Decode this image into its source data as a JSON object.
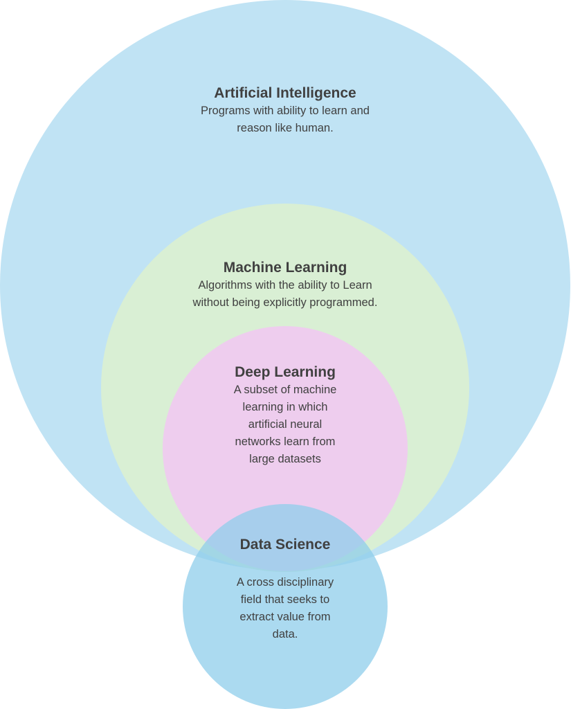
{
  "colors": {
    "ai_fill": "#c0e3f4",
    "ml_fill": "#d9efd4",
    "dl_fill": "#eecdee",
    "ds_fill": "#8fcdeb",
    "text": "#404040"
  },
  "circles": {
    "artificial_intelligence": {
      "title": "Artificial Intelligence",
      "description_lines": [
        "Programs with ability to learn and",
        "reason like human."
      ]
    },
    "machine_learning": {
      "title": "Machine Learning",
      "description_lines": [
        "Algorithms with the ability to Learn",
        "without being explicitly programmed."
      ]
    },
    "deep_learning": {
      "title": "Deep Learning",
      "description_lines": [
        "A subset of machine",
        "learning in which",
        "artificial neural",
        "networks learn from",
        "large datasets"
      ]
    },
    "data_science": {
      "title": "Data Science",
      "description_lines": [
        "A cross disciplinary",
        "field that seeks to",
        "extract value from",
        "data."
      ]
    }
  }
}
